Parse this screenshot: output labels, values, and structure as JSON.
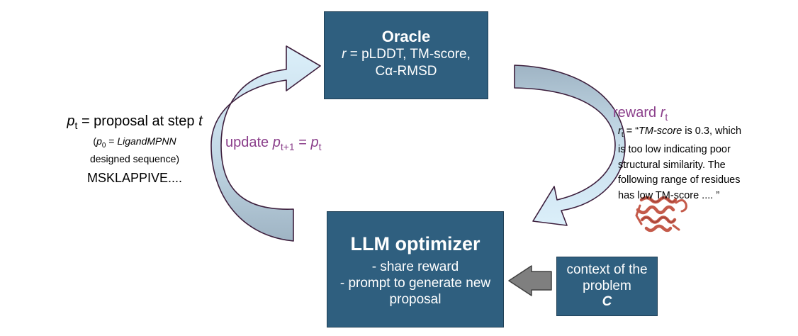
{
  "oracle": {
    "title": "Oracle",
    "line1_var": "r",
    "line1_rest": " = pLDDT, TM-score,",
    "line2": "Cα-RMSD"
  },
  "llm": {
    "title": "LLM optimizer",
    "items": [
      "- share reward",
      "- prompt to generate new",
      "proposal"
    ]
  },
  "context": {
    "line1": "context of the",
    "line2": "problem",
    "symbol": "C"
  },
  "proposal": {
    "var": "p",
    "sub": "t",
    "text": " = proposal at step ",
    "step": "t",
    "p0_open": "(",
    "p0_var": "p",
    "p0_sub": "0",
    "p0_eq": " = ",
    "p0_model": "LigandMPNN",
    "p0_line2": "designed sequence)",
    "sequence": "MSKLAPPIVE...."
  },
  "update": {
    "label": "update ",
    "var1": "p",
    "sub1": "t+1",
    "eq": " = ",
    "var2": "p",
    "sub2": "t"
  },
  "reward": {
    "label": "reward  ",
    "var": "r",
    "sub": "t",
    "desc_var": "r",
    "desc_sub": "t",
    "desc_open": " = “",
    "desc_em": "TM-score",
    "desc_line1_rest": " is 0.3, which",
    "desc_lines": [
      "is too low indicating poor",
      "structural similarity. The",
      "following range of residues",
      "has low TM-score .... ”"
    ]
  },
  "colors": {
    "box_fill": "#2f5f7f",
    "arrow_fill_top": "#dbeffa",
    "arrow_fill_bottom": "#9fb4c4",
    "accent_purple": "#8b3f8b"
  }
}
